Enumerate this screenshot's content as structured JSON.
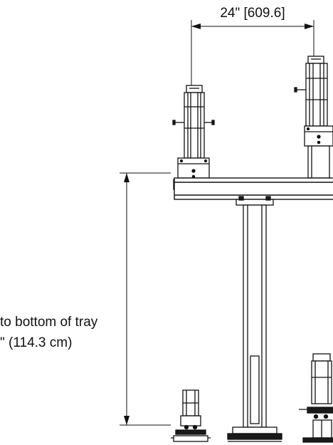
{
  "dimensions": {
    "width_label": "24\" [609.6]",
    "height_label_line1": "to bottom of tray",
    "height_label_line2": "\" (114.3 cm)"
  },
  "colors": {
    "line": "#111111",
    "background": "#ffffff"
  }
}
